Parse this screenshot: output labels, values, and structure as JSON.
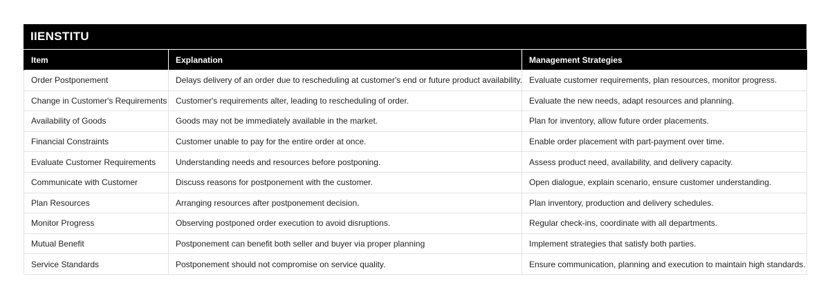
{
  "brand": "IIENSTITU",
  "headers": [
    "Item",
    "Explanation",
    "Management Strategies"
  ],
  "rows": [
    [
      "Order Postponement",
      "Delays delivery of an order due to rescheduling at customer's end or future product availability.",
      "Evaluate customer requirements, plan resources, monitor progress."
    ],
    [
      "Change in Customer's Requirements",
      "Customer's requirements alter, leading to rescheduling of order.",
      "Evaluate the new needs, adapt resources and planning."
    ],
    [
      "Availability of Goods",
      "Goods may not be immediately available in the market.",
      "Plan for inventory, allow future order placements."
    ],
    [
      "Financial Constraints",
      "Customer unable to pay for the entire order at once.",
      "Enable order placement with part-payment over time."
    ],
    [
      "Evaluate Customer Requirements",
      "Understanding needs and resources before postponing.",
      "Assess product need, availability, and delivery capacity."
    ],
    [
      "Communicate with Customer",
      "Discuss reasons for postponement with the customer.",
      "Open dialogue, explain scenario, ensure customer understanding."
    ],
    [
      "Plan Resources",
      "Arranging resources after postponement decision.",
      "Plan inventory, production and delivery schedules."
    ],
    [
      "Monitor Progress",
      "Observing postponed order execution to avoid disruptions.",
      "Regular check-ins, coordinate with all departments."
    ],
    [
      "Mutual Benefit",
      "Postponement can benefit both seller and buyer via proper planning",
      "Implement strategies that satisfy both parties."
    ],
    [
      "Service Standards",
      "Postponement should not compromise on service quality.",
      "Ensure communication, planning and execution to maintain high standards."
    ]
  ]
}
